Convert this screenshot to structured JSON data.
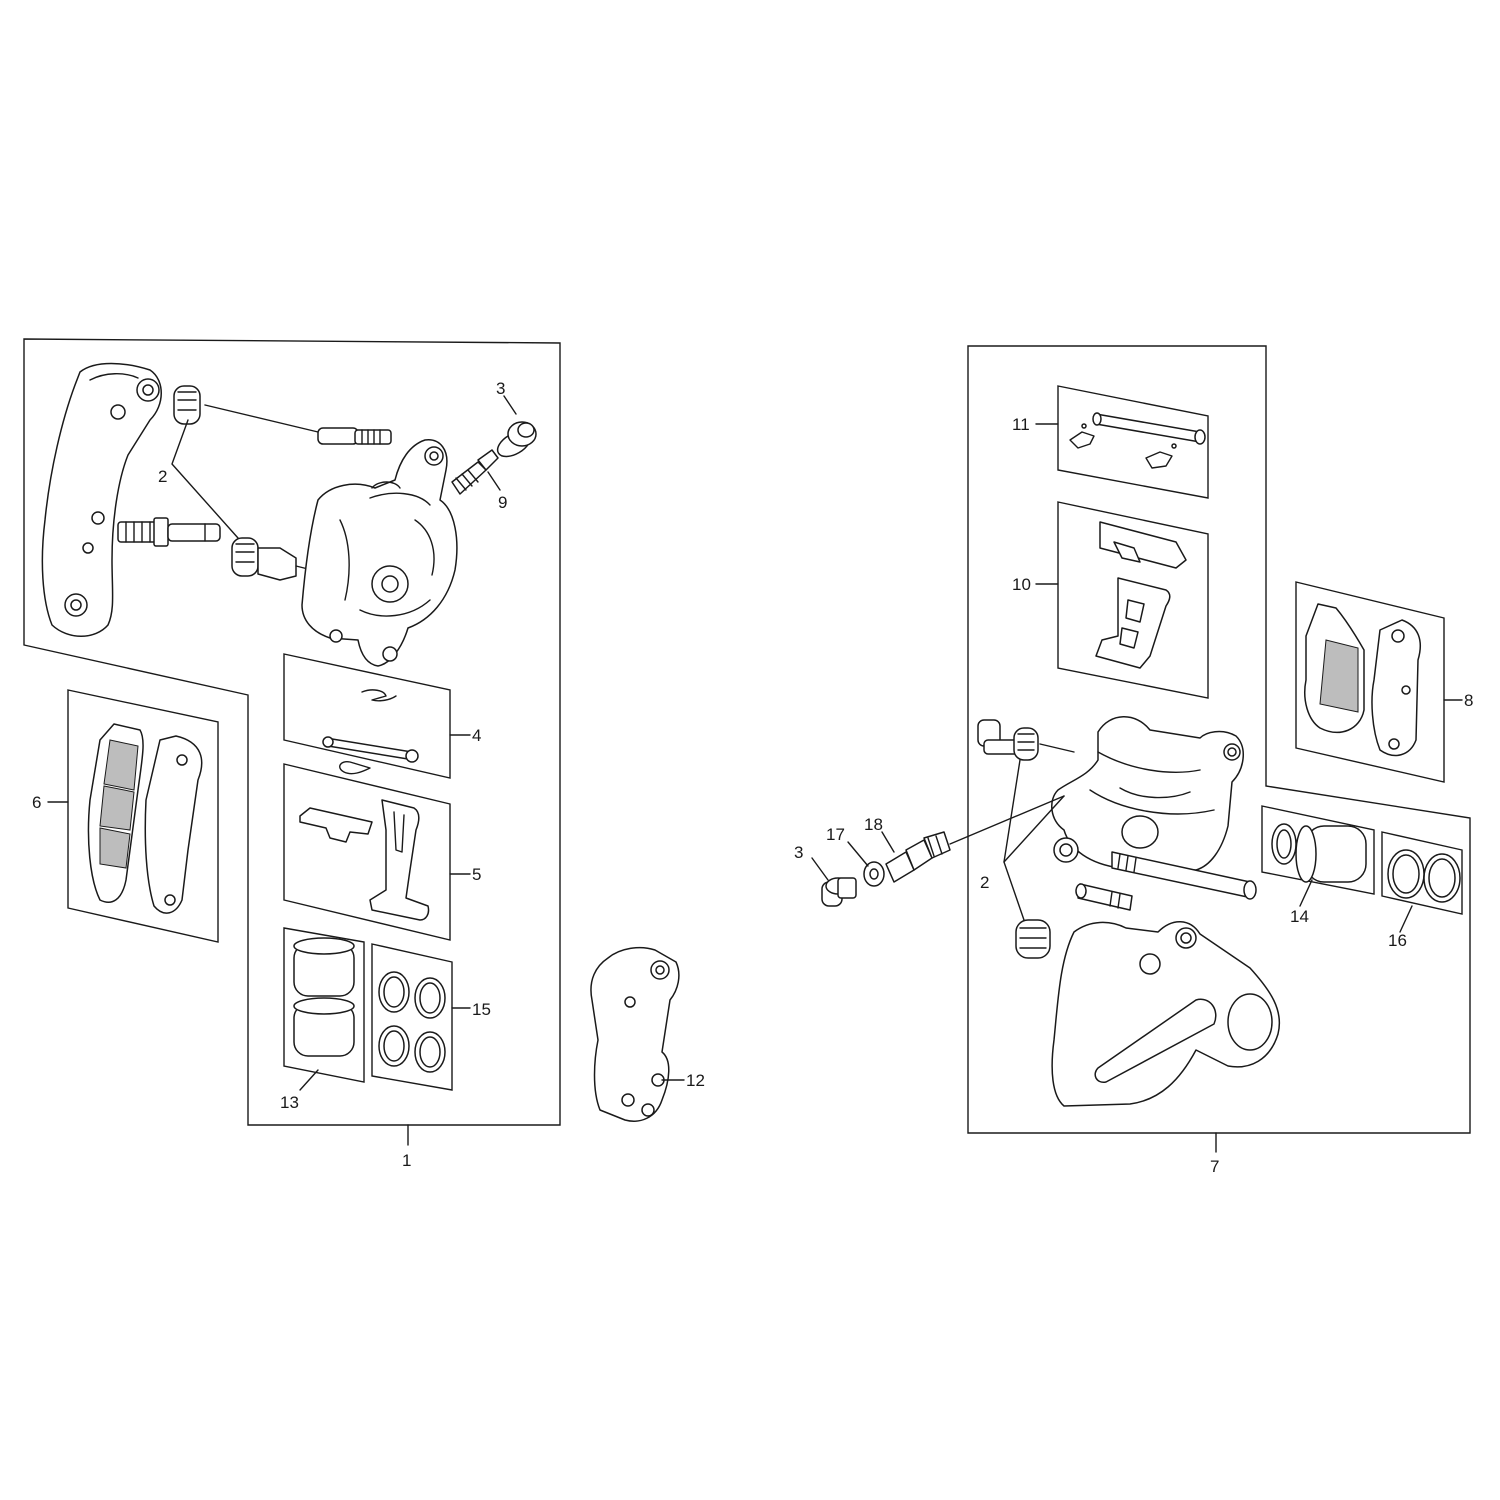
{
  "callouts": {
    "c1": "1",
    "c2_front": "2",
    "c3_front": "3",
    "c4": "4",
    "c5": "5",
    "c6": "6",
    "c9": "9",
    "c12": "12",
    "c13": "13",
    "c15": "15",
    "c7": "7",
    "c8": "8",
    "c10": "10",
    "c11": "11",
    "c2_rear": "2",
    "c3_rear": "3",
    "c14": "14",
    "c16": "16",
    "c17": "17",
    "c18": "18"
  }
}
